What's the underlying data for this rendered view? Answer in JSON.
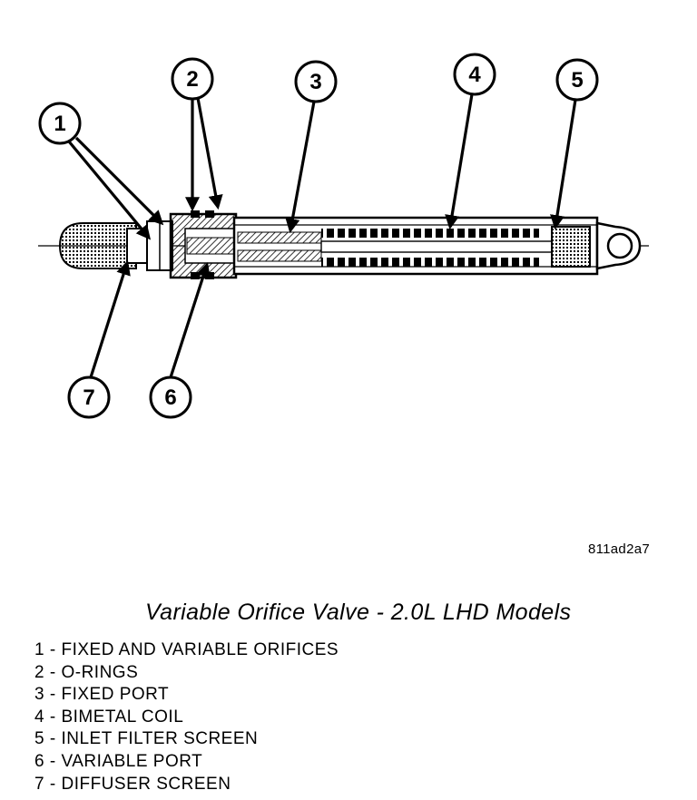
{
  "figure": {
    "code": "811ad2a7",
    "caption": "Variable Orifice Valve - 2.0L LHD Models"
  },
  "callouts": [
    "1",
    "2",
    "3",
    "4",
    "5",
    "6",
    "7"
  ],
  "legend": [
    {
      "num": "1",
      "label": "FIXED AND VARIABLE ORIFICES"
    },
    {
      "num": "2",
      "label": "O-RINGS"
    },
    {
      "num": "3",
      "label": "FIXED PORT"
    },
    {
      "num": "4",
      "label": "BIMETAL COIL"
    },
    {
      "num": "5",
      "label": "INLET FILTER SCREEN"
    },
    {
      "num": "6",
      "label": "VARIABLE PORT"
    },
    {
      "num": "7",
      "label": "DIFFUSER SCREEN"
    }
  ]
}
